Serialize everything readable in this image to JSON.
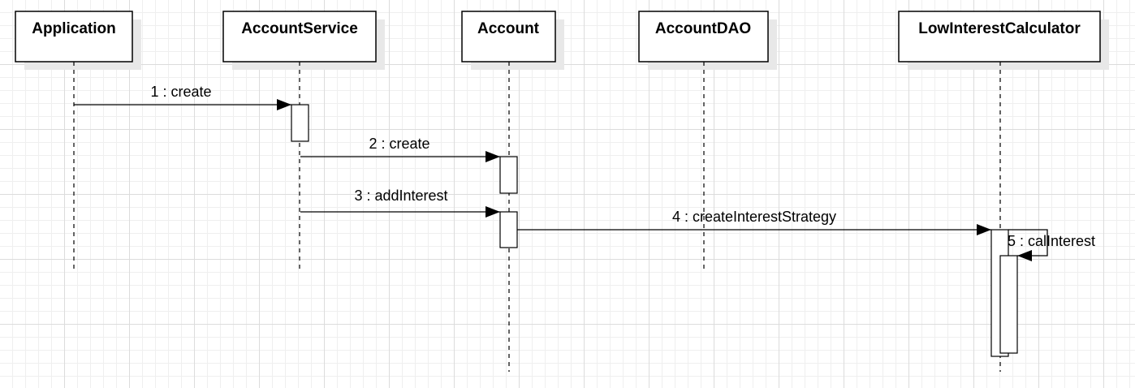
{
  "diagram": {
    "lifelines": [
      {
        "id": "application",
        "name": "Application"
      },
      {
        "id": "accountservice",
        "name": "AccountService"
      },
      {
        "id": "account",
        "name": "Account"
      },
      {
        "id": "accountdao",
        "name": "AccountDAO"
      },
      {
        "id": "lowinterestcalculator",
        "name": "LowInterestCalculator"
      }
    ],
    "messages": [
      {
        "id": "m1",
        "label": "1 : create",
        "from": "Application",
        "to": "AccountService"
      },
      {
        "id": "m2",
        "label": "2 : create",
        "from": "AccountService",
        "to": "Account"
      },
      {
        "id": "m3",
        "label": "3 : addInterest",
        "from": "AccountService",
        "to": "Account"
      },
      {
        "id": "m4",
        "label": "4 : createInterestStrategy",
        "from": "Account",
        "to": "LowInterestCalculator"
      },
      {
        "id": "m5",
        "label": "5 : calInterest",
        "from": "LowInterestCalculator",
        "to": "LowInterestCalculator"
      }
    ]
  }
}
